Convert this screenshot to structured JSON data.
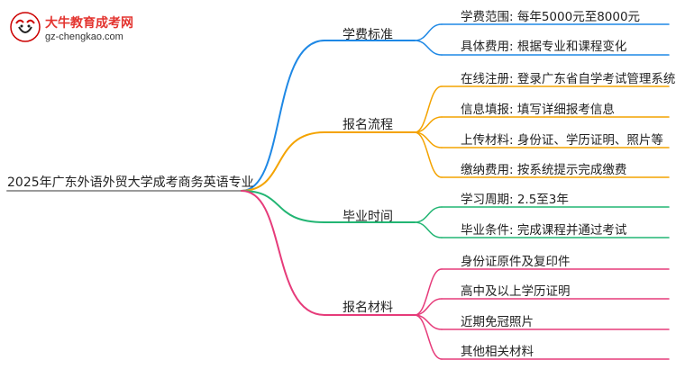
{
  "logo": {
    "title": "大牛教育成考网",
    "url": "gz-chengkao.com"
  },
  "root": {
    "text": "2025年广东外语外贸大学成考商务英语专业"
  },
  "branches": [
    {
      "text": "学费标准",
      "color": "#1E88E5",
      "leaves": [
        "学费范围: 每年5000元至8000元",
        "具体费用: 根据专业和课程变化"
      ]
    },
    {
      "text": "报名流程",
      "color": "#F4A300",
      "leaves": [
        "在线注册: 登录广东省自学考试管理系统",
        "信息填报: 填写详细报考信息",
        "上传材料: 身份证、学历证明、照片等",
        "缴纳费用: 按系统提示完成缴费"
      ]
    },
    {
      "text": "毕业时间",
      "color": "#22B573",
      "leaves": [
        "学习周期: 2.5至3年",
        "毕业条件: 完成课程并通过考试"
      ]
    },
    {
      "text": "报名材料",
      "color": "#E63B7A",
      "leaves": [
        "身份证原件及复印件",
        "高中及以上学历证明",
        "近期免冠照片",
        "其他相关材料"
      ]
    }
  ]
}
